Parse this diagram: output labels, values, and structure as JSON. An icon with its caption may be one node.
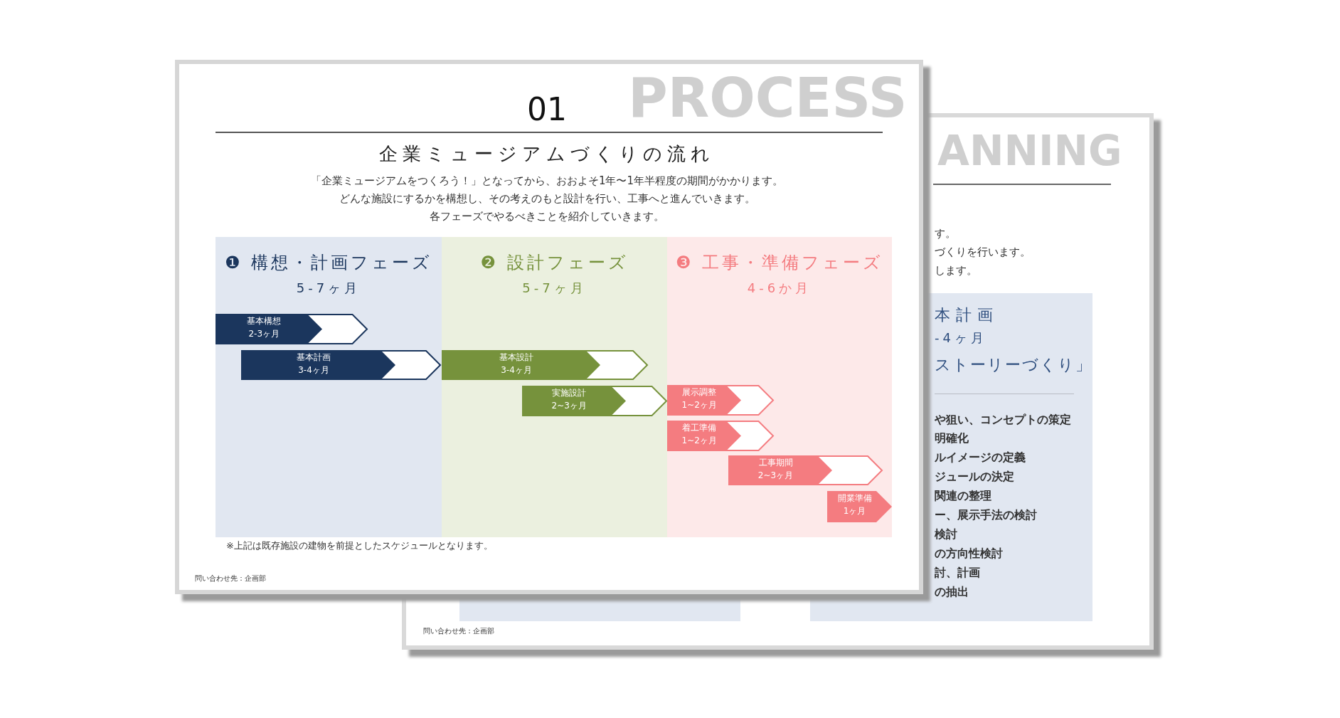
{
  "diagram": {
    "title": "企業ミュージアムづくりの流れ",
    "nodes": [
      {
        "text": [
          "❶ 構想・計画フェーズ",
          "5-7ヶ月"
        ]
      },
      {
        "text": [
          "基本構想",
          "2-3ヶ月"
        ],
        "in": 0
      },
      {
        "text": [
          "基本計画",
          "3-4ヶ月"
        ],
        "in": 0
      },
      {
        "text": [
          "❷ 設計フェーズ",
          "5-7ヶ月"
        ]
      },
      {
        "text": [
          "基本設計",
          "3-4ヶ月"
        ],
        "in": 3
      },
      {
        "text": [
          "実施設計",
          "2~3ヶ月"
        ],
        "in": 3
      },
      {
        "text": [
          "❸ 工事・準備フェーズ",
          "4-6か月"
        ]
      },
      {
        "text": [
          "展示調整",
          "1~2ヶ月"
        ],
        "in": 6
      },
      {
        "text": [
          "着工準備",
          "1~2ヶ月"
        ],
        "in": 6
      },
      {
        "text": [
          "工事期間",
          "2~3ヶ月"
        ],
        "in": 6
      },
      {
        "text": [
          "開業準備",
          "1ヶ月"
        ],
        "in": 6
      }
    ],
    "labels": [
      "01",
      "PROCESS",
      "「企業ミュージアムをつくろう！」となってから、おおよそ1年〜1年半程度の期間がかかります。",
      "どんな施設にするかを構想し、その考えのもと設計を行い、工事へと進んでいきます。",
      "各フェーズでやるべきことを紹介していきます。",
      "※上記は既存施設の建物を前提としたスケジュールとなります。",
      "問い合わせ先：企画部",
      "ANNING",
      "す。",
      "づくりを行います。",
      "します。",
      "本計画",
      "-4ヶ月",
      "ストーリーづくり」",
      "や狙い、コンセプトの策定",
      "明確化",
      "ルイメージの定義",
      "ジュールの決定",
      "関連の整理",
      "ー、展示手法の検討",
      "検討",
      "の方向性検討",
      "討、計画",
      "の抽出",
      "問い合わせ先：企画部"
    ]
  }
}
